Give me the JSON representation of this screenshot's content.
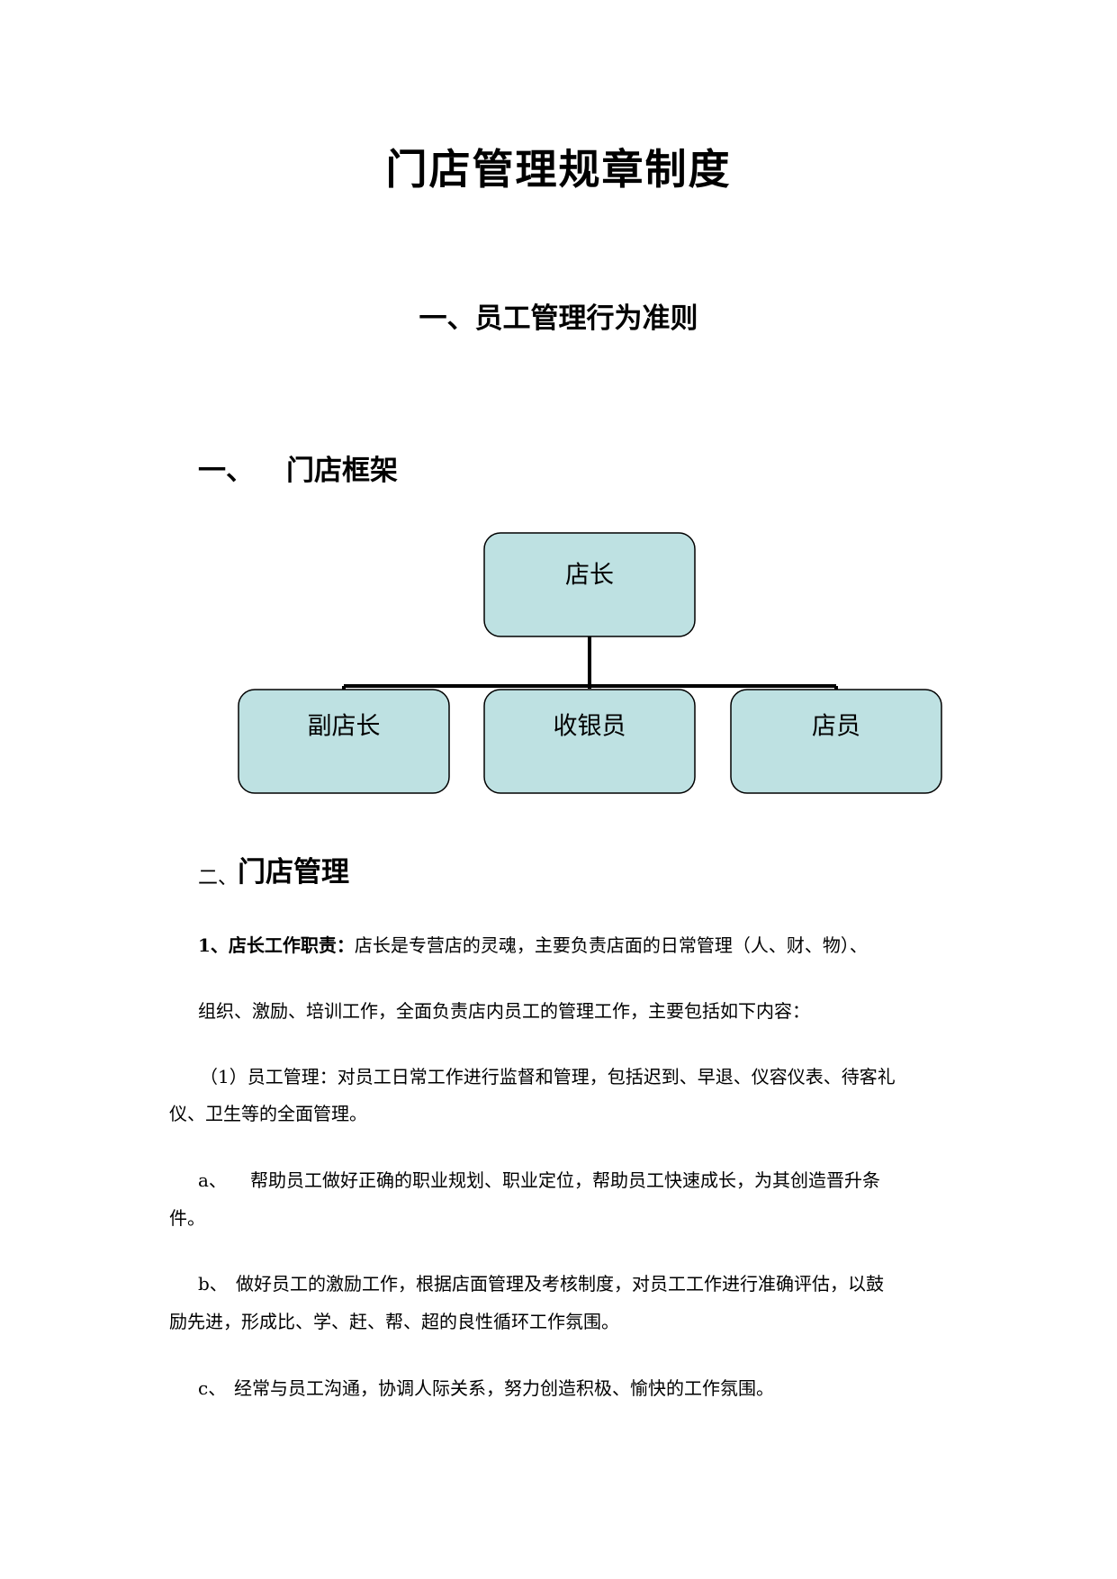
{
  "document": {
    "title": "门店管理规章制度",
    "subtitle": "一、员工管理行为准则",
    "section1": {
      "number": "一、",
      "title": "门店框架"
    },
    "org_chart": {
      "root": "店长",
      "children": [
        "副店长",
        "收银员",
        "店员"
      ],
      "node_fill": "#bee1e2"
    },
    "section2": {
      "number": "二、",
      "title": "门店管理"
    },
    "paragraphs": {
      "p1_label": "1、店长工作职责：",
      "p1_text": "店长是专营店的灵魂，主要负责店面的日常管理（人、财、物）、",
      "p1_line2": "组织、激励、培训工作，全面负责店内员工的管理工作，主要包括如下内容：",
      "p2_line1": "（1）员工管理：对员工日常工作进行监督和管理，包括迟到、早退、仪容仪表、待客礼",
      "p2_line2": "仪、卫生等的全面管理。",
      "a_marker": "a、",
      "a_line1": "帮助员工做好正确的职业规划、职业定位，帮助员工快速成长，为其创造晋升条",
      "a_line2": "件。",
      "b_marker": "b、",
      "b_line1": "做好员工的激励工作，根据店面管理及考核制度，对员工工作进行准确评估，以鼓",
      "b_line2": "励先进，形成比、学、赶、帮、超的良性循环工作氛围。",
      "c_marker": "c、",
      "c_line1": "经常与员工沟通，协调人际关系，努力创造积极、愉快的工作氛围。"
    }
  }
}
